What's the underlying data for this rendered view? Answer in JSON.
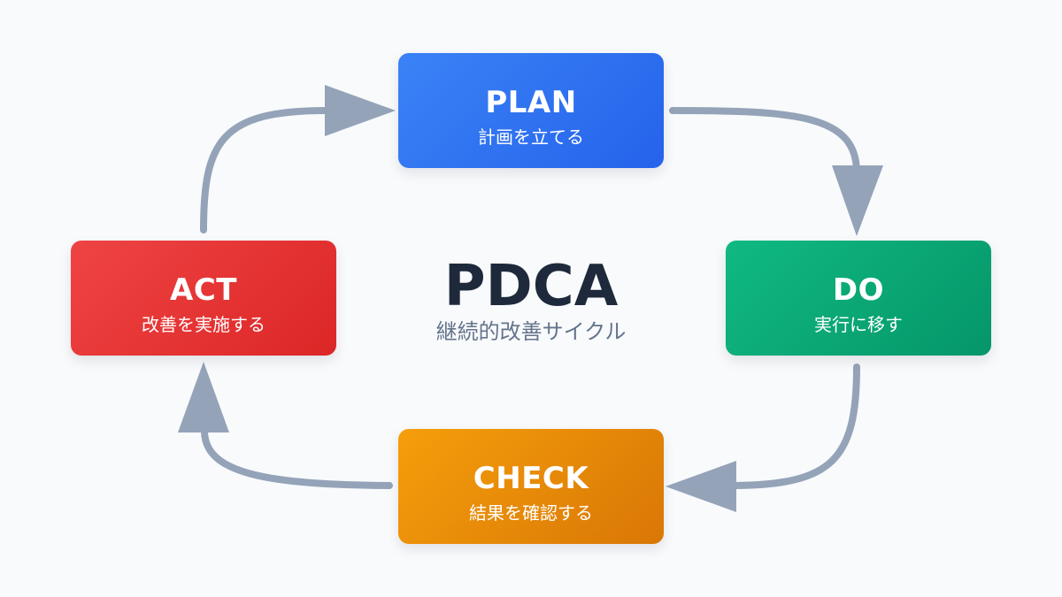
{
  "diagram": {
    "title": "PDCA",
    "subtitle": "継続的改善サイクル",
    "arrow_color": "#94a3b8",
    "steps": [
      {
        "id": "plan",
        "label": "PLAN",
        "description": "計画を立てる",
        "color": "#3b82f6"
      },
      {
        "id": "do",
        "label": "DO",
        "description": "実行に移す",
        "color": "#10b981"
      },
      {
        "id": "check",
        "label": "CHECK",
        "description": "結果を確認する",
        "color": "#f59e0b"
      },
      {
        "id": "act",
        "label": "ACT",
        "description": "改善を実施する",
        "color": "#ef4444"
      }
    ]
  }
}
